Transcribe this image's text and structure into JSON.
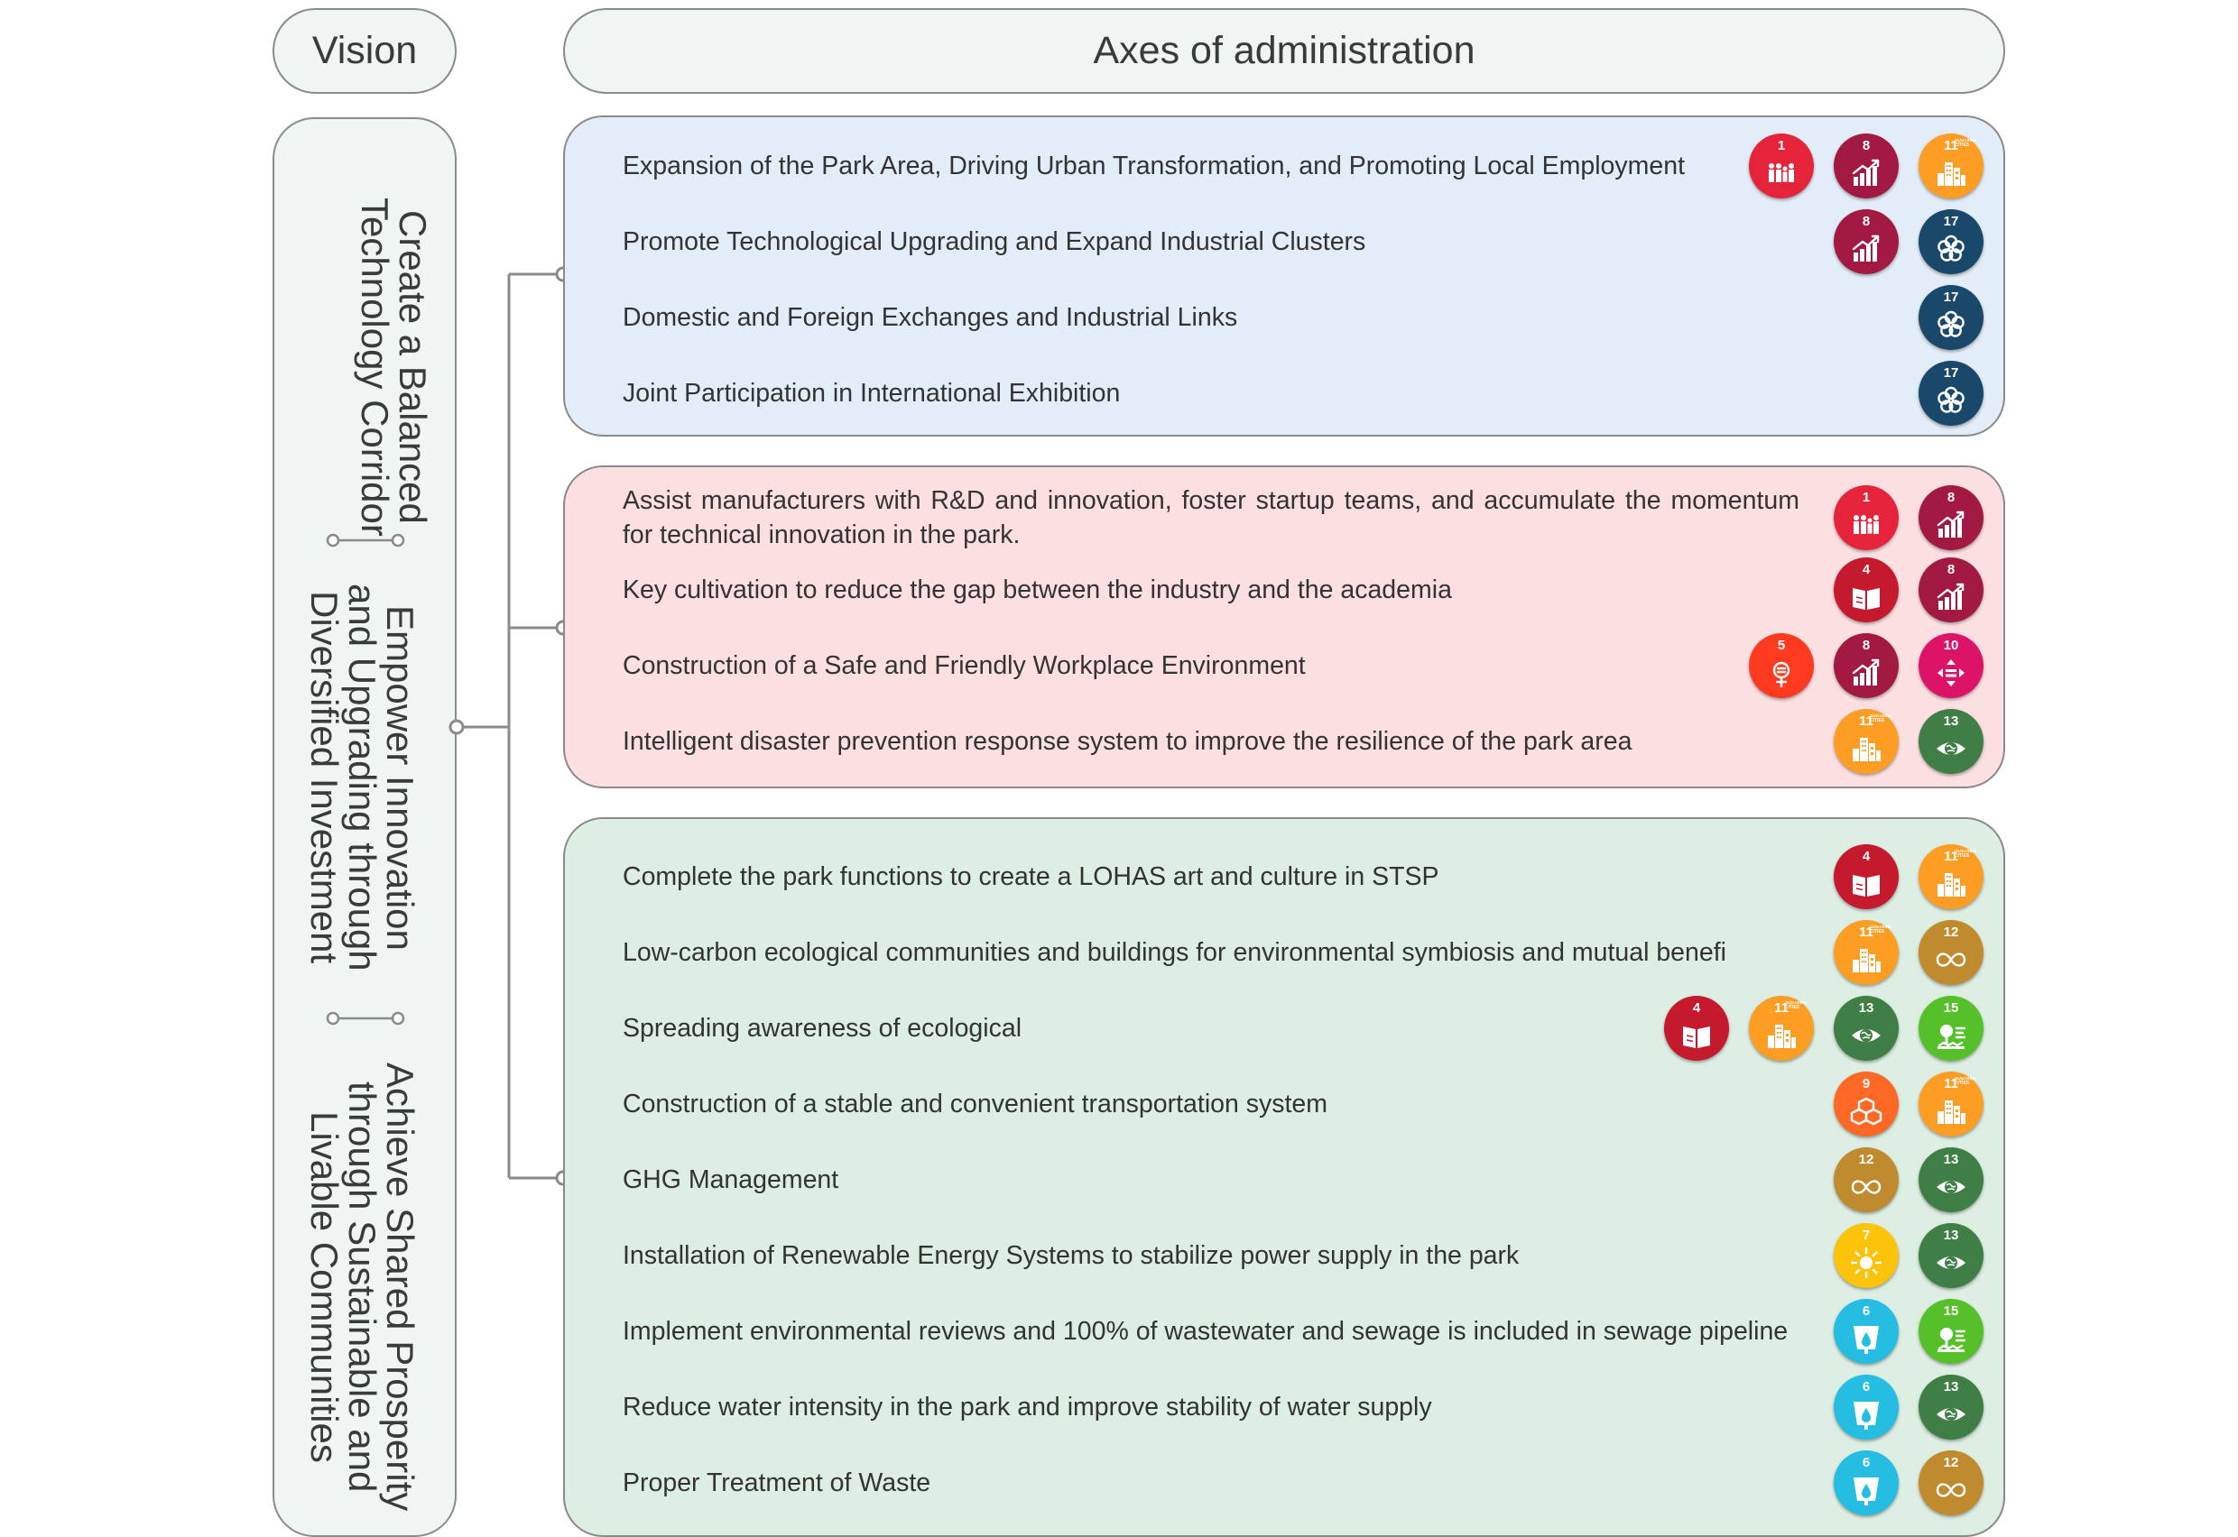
{
  "headers": {
    "vision": "Vision",
    "axes": "Axes of administration"
  },
  "visions": [
    "Create a Balanced\nTechnology Corridor",
    "Empower Innovation\nand Upgrading through\nDiversified Investment",
    "Achieve Shared Prosperity\nthrough Sustainable and\nLivable Communities"
  ],
  "sdg_colors": {
    "1": "#e5243b",
    "4": "#c5192d",
    "5": "#ff3a21",
    "6": "#26bde2",
    "7": "#fcc30b",
    "8": "#a21942",
    "9": "#fd6925",
    "10": "#dd1367",
    "11": "#fd9d24",
    "12": "#bf8b2e",
    "13": "#3f7e44",
    "15": "#56c02b",
    "17": "#19486a"
  },
  "sdg_icons": {
    "1": "family-icon",
    "4": "book-icon",
    "5": "gender-icon",
    "6": "water-drop-icon",
    "7": "sun-icon",
    "8": "growth-chart-icon",
    "9": "cubes-icon",
    "10": "equality-icon",
    "11": "city-icon",
    "12": "infinity-icon",
    "13": "eye-globe-icon",
    "15": "tree-icon",
    "17": "flower-icon"
  },
  "sdg_tags": {
    "11": "SUSTAINABLE CITIES"
  },
  "groups": [
    {
      "items": [
        {
          "text": "Expansion of the Park Area, Driving Urban Transformation, and Promoting Local Employment",
          "sdgs": [
            "1",
            "8",
            "11"
          ]
        },
        {
          "text": "Promote Technological Upgrading and Expand Industrial Clusters",
          "sdgs": [
            "8",
            "17"
          ]
        },
        {
          "text": "Domestic and Foreign Exchanges and Industrial Links",
          "sdgs": [
            "17"
          ]
        },
        {
          "text": "Joint Participation in International Exhibition",
          "sdgs": [
            "17"
          ]
        }
      ]
    },
    {
      "items": [
        {
          "text": "Assist manufacturers with R&D and innovation, foster startup teams, and accumulate the momentum for technical innovation in the park.",
          "sdgs": [
            "1",
            "8"
          ]
        },
        {
          "text": "Key cultivation to reduce the gap between the industry and the academia",
          "sdgs": [
            "4",
            "8"
          ]
        },
        {
          "text": "Construction of a Safe and Friendly Workplace Environment",
          "sdgs": [
            "5",
            "8",
            "10"
          ]
        },
        {
          "text": "Intelligent disaster prevention response system to improve the resilience of the park area",
          "sdgs": [
            "11",
            "13"
          ]
        }
      ]
    },
    {
      "items": [
        {
          "text": "Complete the park functions to create a LOHAS art and culture in STSP",
          "sdgs": [
            "4",
            "11"
          ]
        },
        {
          "text": "Low-carbon ecological communities and buildings for environmental symbiosis and mutual benefi",
          "sdgs": [
            "11",
            "12"
          ]
        },
        {
          "text": "Spreading awareness of ecological",
          "sdgs": [
            "4",
            "11",
            "13",
            "15"
          ]
        },
        {
          "text": "Construction of a stable and convenient transportation system",
          "sdgs": [
            "9",
            "11"
          ]
        },
        {
          "text": "GHG Management",
          "sdgs": [
            "12",
            "13"
          ]
        },
        {
          "text": "Installation of Renewable Energy Systems to stabilize power supply in the park",
          "sdgs": [
            "7",
            "13"
          ]
        },
        {
          "text": "Implement environmental reviews and 100% of wastewater and sewage is included in sewage pipeline",
          "sdgs": [
            "6",
            "15"
          ]
        },
        {
          "text": "Reduce water intensity in the park and improve stability of water supply",
          "sdgs": [
            "6",
            "13"
          ]
        },
        {
          "text": "Proper Treatment of Waste",
          "sdgs": [
            "6",
            "12"
          ]
        }
      ]
    }
  ]
}
